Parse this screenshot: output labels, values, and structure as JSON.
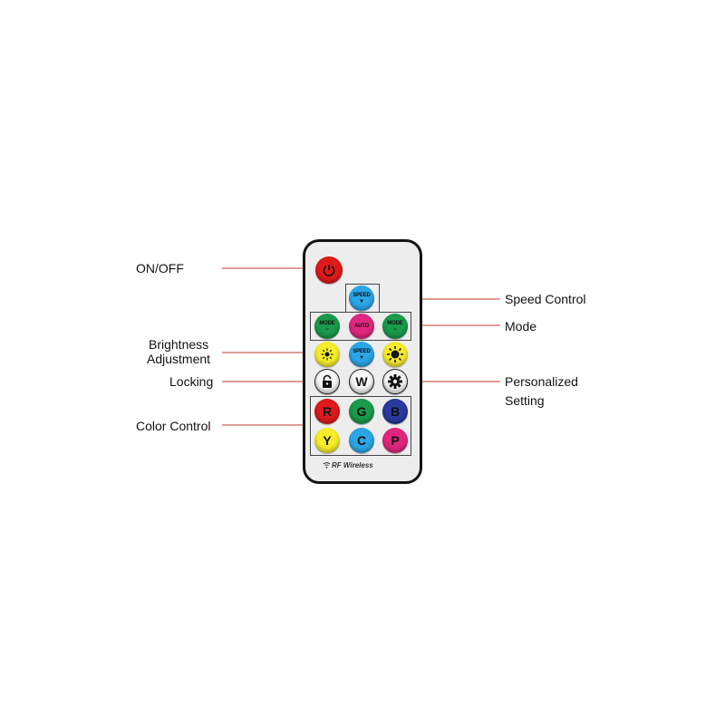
{
  "labels": {
    "on_off": "ON/OFF",
    "brightness_line1": "Brightness",
    "brightness_line2": "Adjustment",
    "locking": "Locking",
    "color_control": "Color Control",
    "speed_control": "Speed Control",
    "mode": "Mode",
    "personalized_line1": "Personalized",
    "personalized_line2": "Setting"
  },
  "remote": {
    "speed_up": "SPEED",
    "speed_down": "SPEED",
    "mode_left": "MODE",
    "auto": "AUTO",
    "mode_right": "MODE",
    "w": "W",
    "r": "R",
    "g": "G",
    "b": "B",
    "y": "Y",
    "c": "C",
    "p": "P",
    "arrow_up": "▲",
    "arrow_down": "▼",
    "minus": "−",
    "plus": "+",
    "brand": "RF Wireless"
  },
  "colors": {
    "power": "#e0191b",
    "speed": "#2aa6e6",
    "mode": "#1a9a4a",
    "auto": "#e0267e",
    "yellow": "#f6ec2a",
    "red": "#e0191b",
    "green": "#1a9a4a",
    "blue": "#2a3a9e",
    "cyan": "#2aa6e6",
    "pink": "#e0267e",
    "leader_line": "#c0392b"
  },
  "icons": [
    "power-icon",
    "sun-small-icon",
    "sun-large-icon",
    "padlock-icon",
    "gear-icon",
    "wifi-icon"
  ]
}
